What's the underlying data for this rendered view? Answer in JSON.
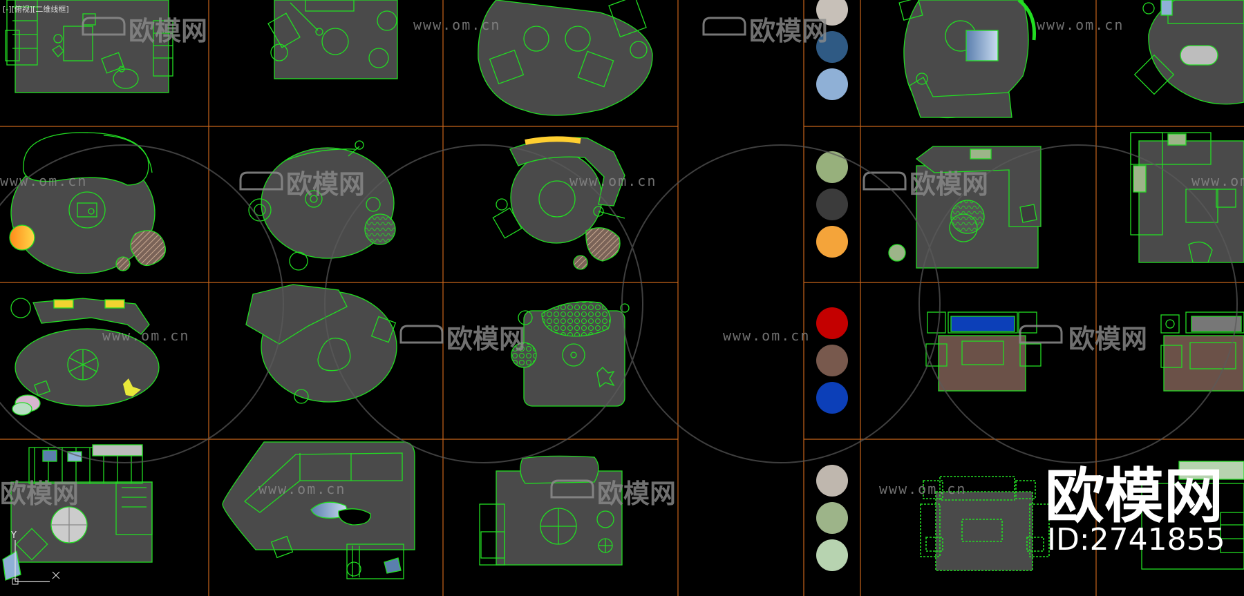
{
  "viewport_label": "[-][俯视][二维线框]",
  "watermark": {
    "brand_cn": "欧模网",
    "url": "www.om.cn"
  },
  "brand_overlay": {
    "name": "欧模网",
    "id_text": "ID:2741855"
  },
  "ucs": {
    "x_label": "X",
    "y_label": "Y"
  },
  "colors": {
    "background": "#000000",
    "grid": "#c8651a",
    "outline": "#22dd22",
    "rug": "#4a4a4a",
    "rug_brown": "#6b5148",
    "watermark": "#8c8c8c"
  },
  "material_swatches": [
    {
      "name": "swatch-greige",
      "color": "#c7c0b8"
    },
    {
      "name": "swatch-steel-blue",
      "color": "#2f5a84"
    },
    {
      "name": "swatch-pale-blue",
      "color": "#8fb0d6"
    },
    {
      "name": "swatch-sage",
      "color": "#97b07c"
    },
    {
      "name": "swatch-charcoal",
      "color": "#3b3b3b"
    },
    {
      "name": "swatch-orange",
      "color": "#f4a43a"
    },
    {
      "name": "swatch-red",
      "color": "#c40000"
    },
    {
      "name": "swatch-taupe",
      "color": "#78594d"
    },
    {
      "name": "swatch-royal-blue",
      "color": "#0c3fb8"
    },
    {
      "name": "swatch-light-greige",
      "color": "#bfb7ae"
    },
    {
      "name": "swatch-light-sage",
      "color": "#9db489"
    },
    {
      "name": "swatch-mint",
      "color": "#b7d3b0"
    }
  ]
}
